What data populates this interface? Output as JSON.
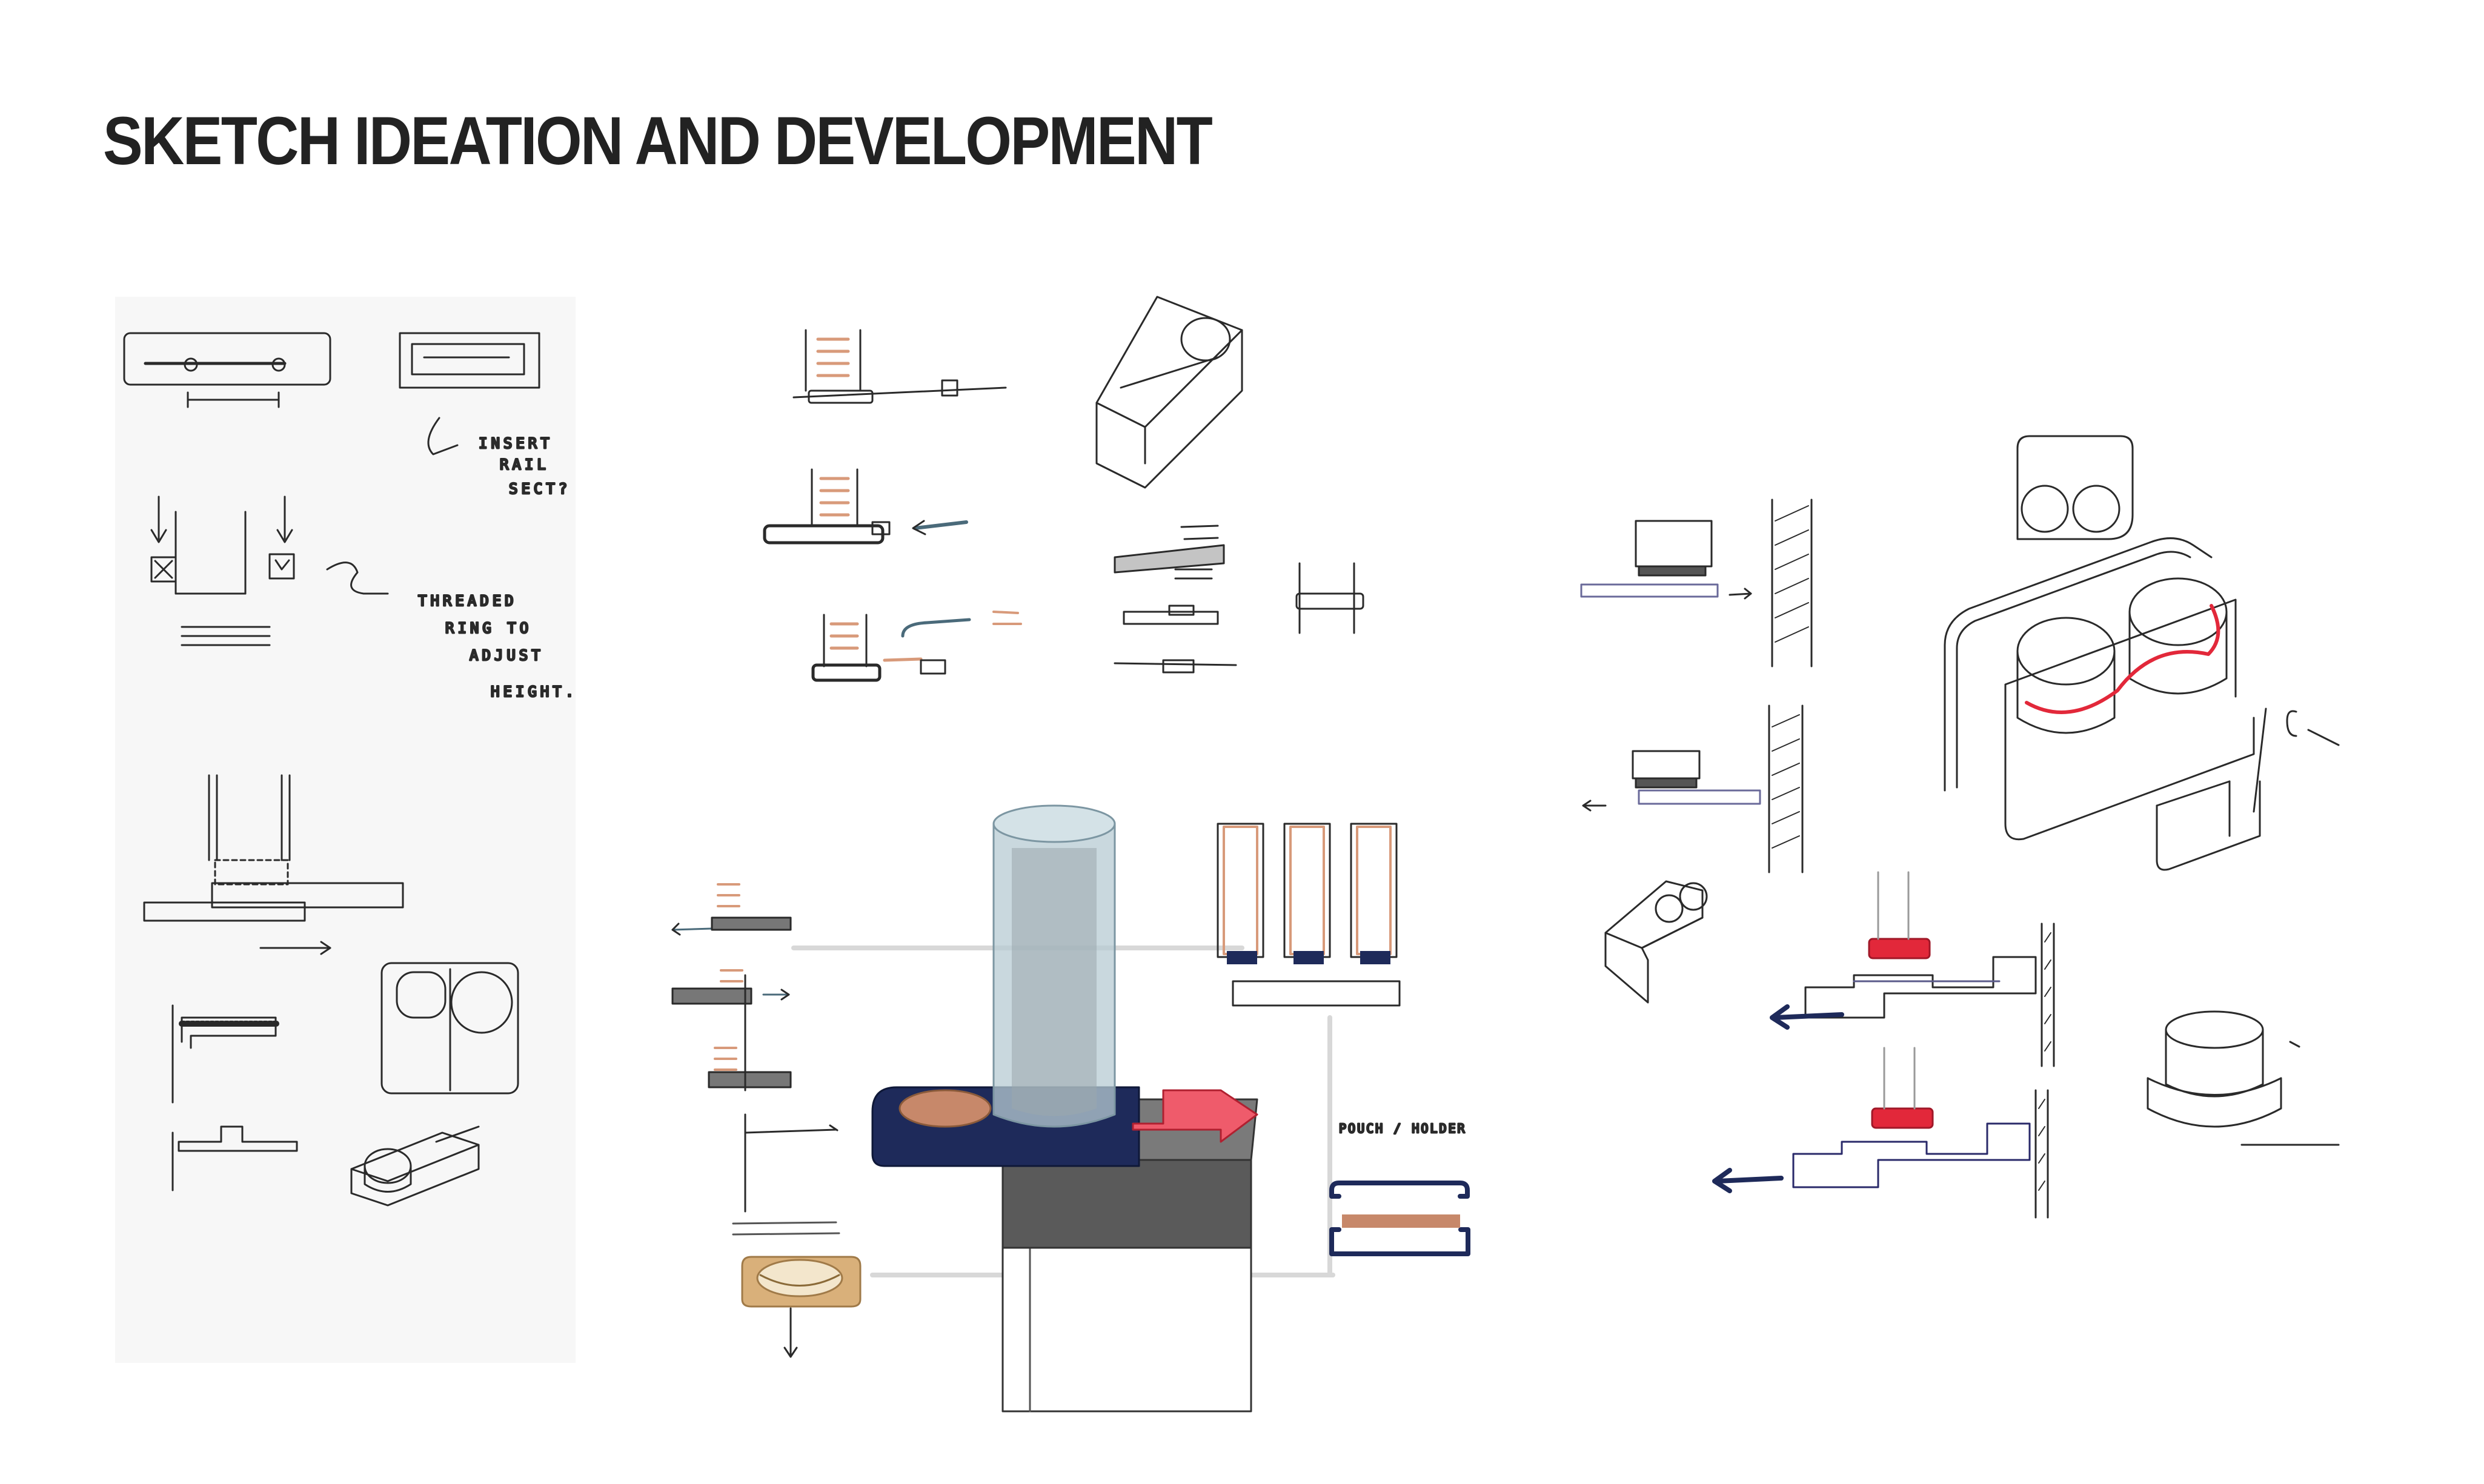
{
  "title": "SKETCH IDEATION AND DEVELOPMENT",
  "annotations": {
    "insert_rail_line1": "INSERT",
    "insert_rail_line2": "RAIL",
    "insert_rail_line3": "SECT?",
    "threaded_line1": "THREADED",
    "threaded_line2": "RING TO",
    "threaded_line3": "ADJUST",
    "threaded_line4": "HEIGHT.",
    "pouch_holder": "POUCH / HOLDER"
  },
  "colors": {
    "ink": "#222222",
    "navy": "#1e2a5a",
    "red": "#e2283a",
    "salmon": "#d89a7a",
    "glass": "#b7cbd3",
    "grey": "#7a7a7a"
  }
}
